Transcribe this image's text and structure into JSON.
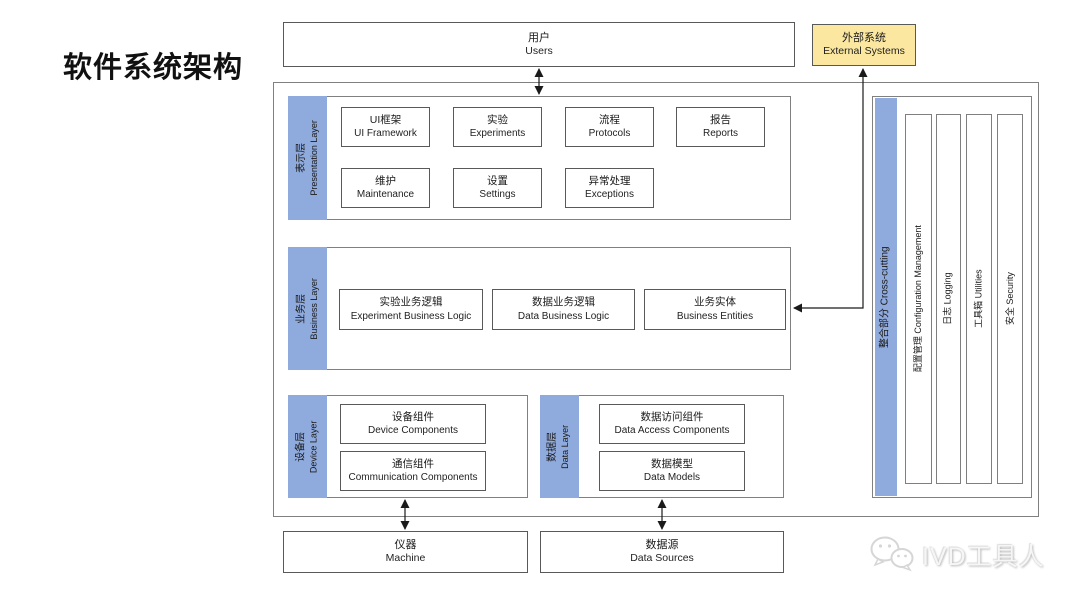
{
  "title": "软件系统架构",
  "nodes": {
    "users": {
      "zh": "用户",
      "en": "Users"
    },
    "external_systems": {
      "zh": "外部系统",
      "en": "External Systems"
    },
    "machine": {
      "zh": "仪器",
      "en": "Machine"
    },
    "data_sources": {
      "zh": "数据源",
      "en": "Data Sources"
    }
  },
  "layers": {
    "presentation": {
      "zh": "表示层",
      "en": "Presentation Layer",
      "boxes": [
        {
          "zh": "UI框架",
          "en": "UI Framework"
        },
        {
          "zh": "实验",
          "en": "Experiments"
        },
        {
          "zh": "流程",
          "en": "Protocols"
        },
        {
          "zh": "报告",
          "en": "Reports"
        },
        {
          "zh": "维护",
          "en": "Maintenance"
        },
        {
          "zh": "设置",
          "en": "Settings"
        },
        {
          "zh": "异常处理",
          "en": "Exceptions"
        }
      ]
    },
    "business": {
      "zh": "业务层",
      "en": "Business Layer",
      "boxes": [
        {
          "zh": "实验业务逻辑",
          "en": "Experiment Business Logic"
        },
        {
          "zh": "数据业务逻辑",
          "en": "Data Business Logic"
        },
        {
          "zh": "业务实体",
          "en": "Business Entities"
        }
      ]
    },
    "device": {
      "zh": "设备层",
      "en": "Device Layer",
      "boxes": [
        {
          "zh": "设备组件",
          "en": "Device Components"
        },
        {
          "zh": "通信组件",
          "en": "Communication Components"
        }
      ]
    },
    "data": {
      "zh": "数据层",
      "en": "Data Layer",
      "boxes": [
        {
          "zh": "数据访问组件",
          "en": "Data Access Components"
        },
        {
          "zh": "数据模型",
          "en": "Data Models"
        }
      ]
    },
    "crosscutting": {
      "label": "整合部分 Cross-cutting",
      "columns": [
        {
          "label": "配置管理 Configuration Management",
          "highlight": false
        },
        {
          "label": "日志 Logging",
          "highlight": false
        },
        {
          "label": "工具箱 Utilities",
          "highlight": false
        },
        {
          "label": "安全 Security",
          "highlight": true
        }
      ]
    }
  },
  "watermark": {
    "icon": "wechat-icon",
    "label": "IVD工具人"
  },
  "colors": {
    "layer_strip_blue": "#8FAADC",
    "highlight_yellow": "#FBE7A0",
    "box_border": "#595959",
    "group_border": "#808080",
    "arrow": "#1a1a1a"
  }
}
